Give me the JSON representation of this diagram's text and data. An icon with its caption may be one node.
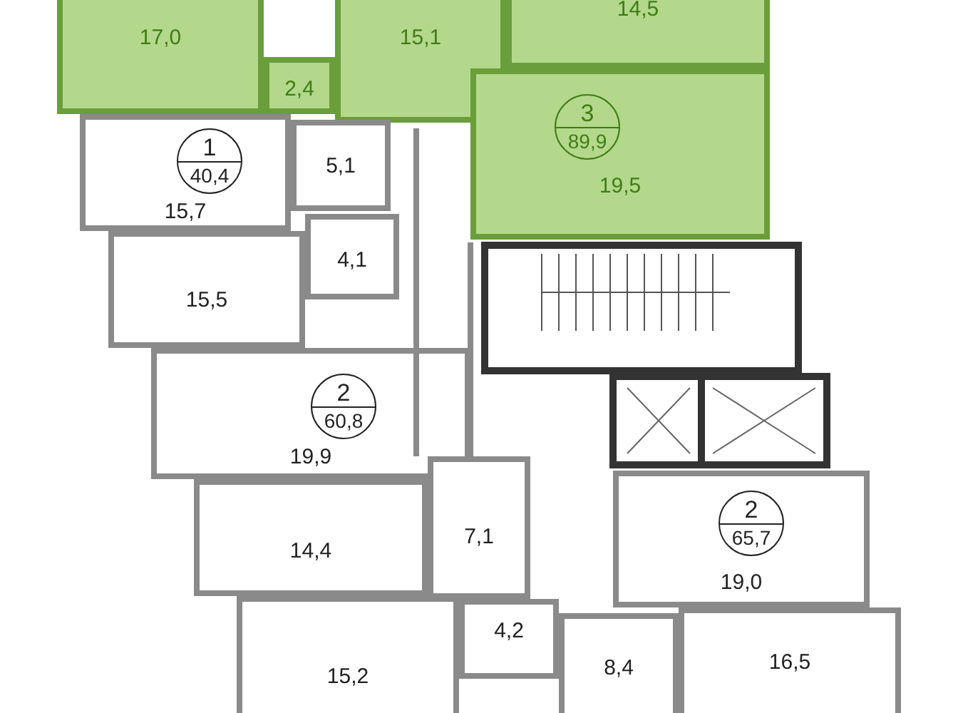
{
  "diagram": {
    "nodes": [
      {
        "text": [
          "17,0"
        ]
      },
      {
        "text": [
          "2,4"
        ]
      },
      {
        "text": [
          "15,1"
        ]
      },
      {
        "text": [
          "14,5"
        ]
      },
      {
        "text": [
          "19,5"
        ]
      },
      {
        "text": [
          "3",
          "89,9"
        ],
        "in": 4
      },
      {
        "text": [
          "15,7"
        ]
      },
      {
        "text": [
          "1",
          "40,4"
        ],
        "in": 6
      },
      {
        "text": [
          "5,1"
        ]
      },
      {
        "text": [
          "4,1"
        ]
      },
      {
        "text": [
          "15,5"
        ]
      },
      {
        "text": [
          "19,9"
        ]
      },
      {
        "text": [
          "2",
          "60,8"
        ],
        "in": 11
      },
      {
        "text": [
          "14,4"
        ]
      },
      {
        "text": [
          "7,1"
        ]
      },
      {
        "text": [
          "4,2"
        ]
      },
      {
        "text": [
          "15,2"
        ]
      },
      {
        "text": [
          "19,0"
        ]
      },
      {
        "text": [
          "2",
          "65,7"
        ],
        "in": 17
      },
      {
        "text": [
          "8,4"
        ]
      },
      {
        "text": [
          "16,5"
        ]
      }
    ],
    "edges": []
  }
}
